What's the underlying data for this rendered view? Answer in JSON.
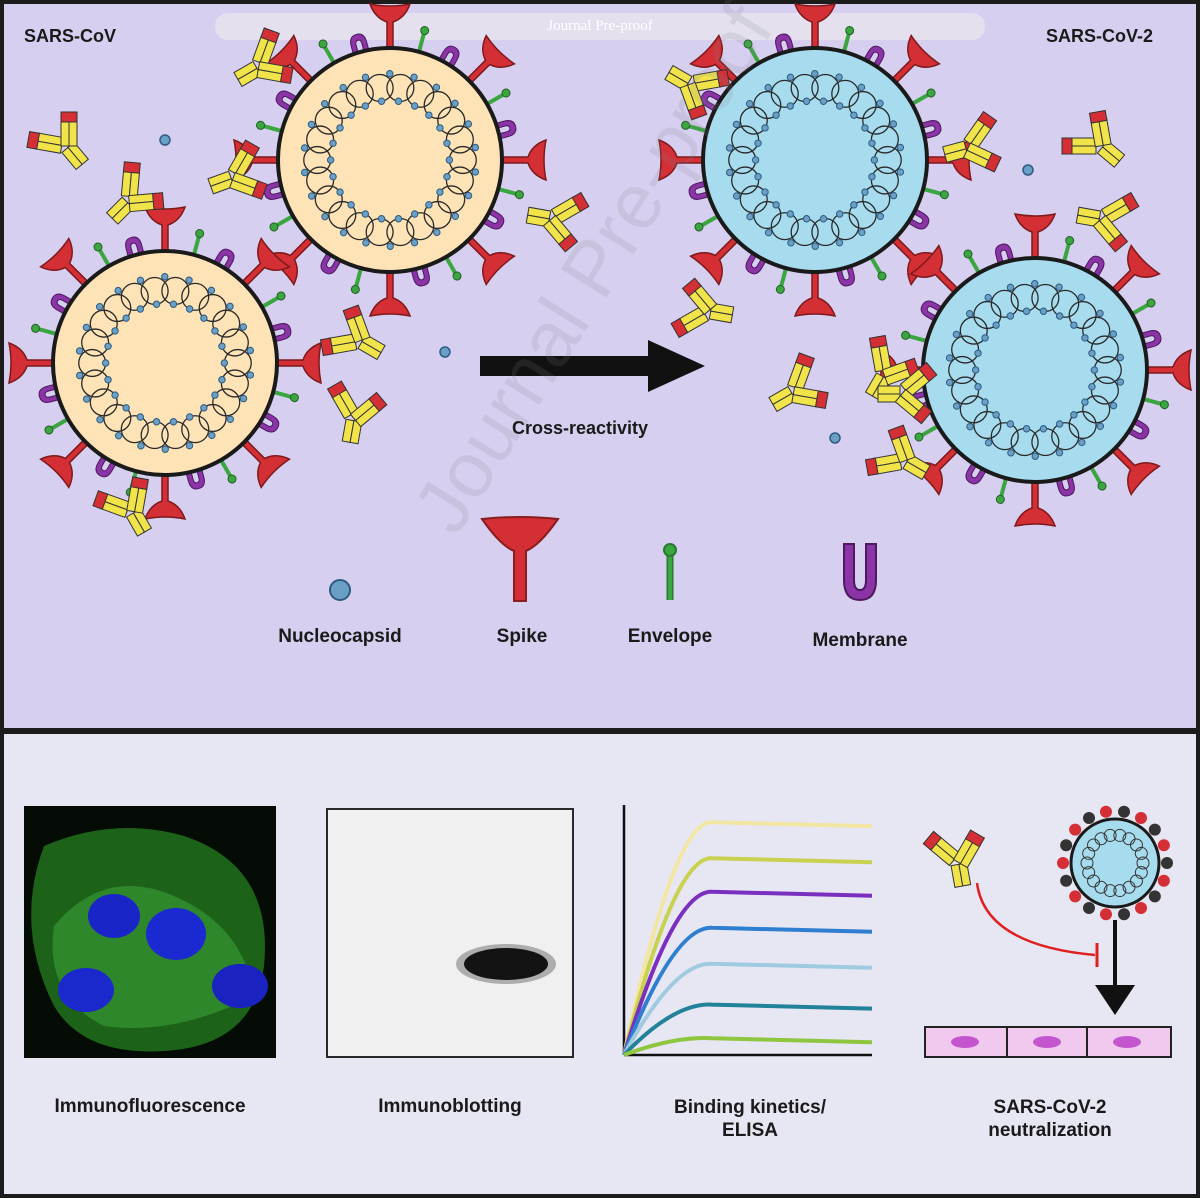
{
  "header": {
    "banner": "Journal Pre-proof"
  },
  "top": {
    "left_label": "SARS-CoV",
    "right_label": "SARS-CoV-2",
    "arrow_label": "Cross-reactivity",
    "legend": [
      {
        "label": "Nucleocapsid",
        "icon": "circle",
        "color": "#6a9fc6"
      },
      {
        "label": "Spike",
        "icon": "funnel",
        "color": "#d32f35"
      },
      {
        "label": "Envelope",
        "icon": "pin",
        "color": "#39a63f"
      },
      {
        "label": "Membrane",
        "icon": "u-shape",
        "color": "#8a34a5"
      }
    ]
  },
  "bottom": {
    "methods": [
      {
        "label": "Immunofluorescence"
      },
      {
        "label": "Immunoblotting"
      },
      {
        "label_line1": "Binding kinetics/",
        "label_line2": "ELISA"
      },
      {
        "label_line1": "SARS-CoV-2",
        "label_line2": "neutralization"
      }
    ],
    "kinetics_curves": [
      {
        "color": "#f3e6a2",
        "level": 0.97
      },
      {
        "color": "#c8d24e",
        "level": 0.82
      },
      {
        "color": "#7b2fbf",
        "level": 0.68
      },
      {
        "color": "#2f7fd1",
        "level": 0.53
      },
      {
        "color": "#9ecbe0",
        "level": 0.38
      },
      {
        "color": "#22829a",
        "level": 0.21
      },
      {
        "color": "#8ec63f",
        "level": 0.07
      }
    ]
  },
  "watermark": "Journal Pre-proof",
  "colors": {
    "spike": "#d32f35",
    "membrane": "#8a34a5",
    "envelope": "#39a63f",
    "nucleocapsid": "#6a9fc6",
    "sars_cov_body": "#fde3b6",
    "sars_cov2_body": "#a7dcef"
  }
}
